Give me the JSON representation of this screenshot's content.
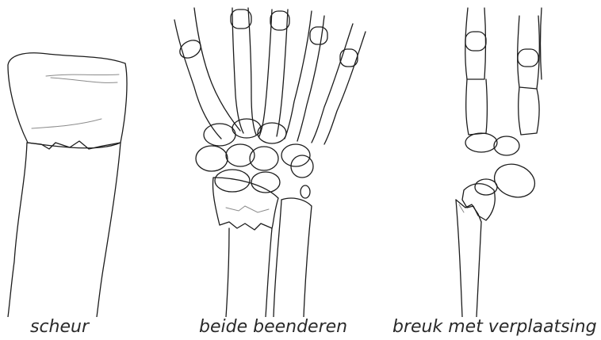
{
  "figure": {
    "panels": [
      {
        "caption": "scheur",
        "illustration": "distal radius with hairline crack"
      },
      {
        "caption": "beide beenderen",
        "illustration": "wrist and hand with fracture of both forearm bones"
      },
      {
        "caption": "breuk met verplaatsing",
        "illustration": "side view of wrist with displaced fracture"
      }
    ]
  }
}
